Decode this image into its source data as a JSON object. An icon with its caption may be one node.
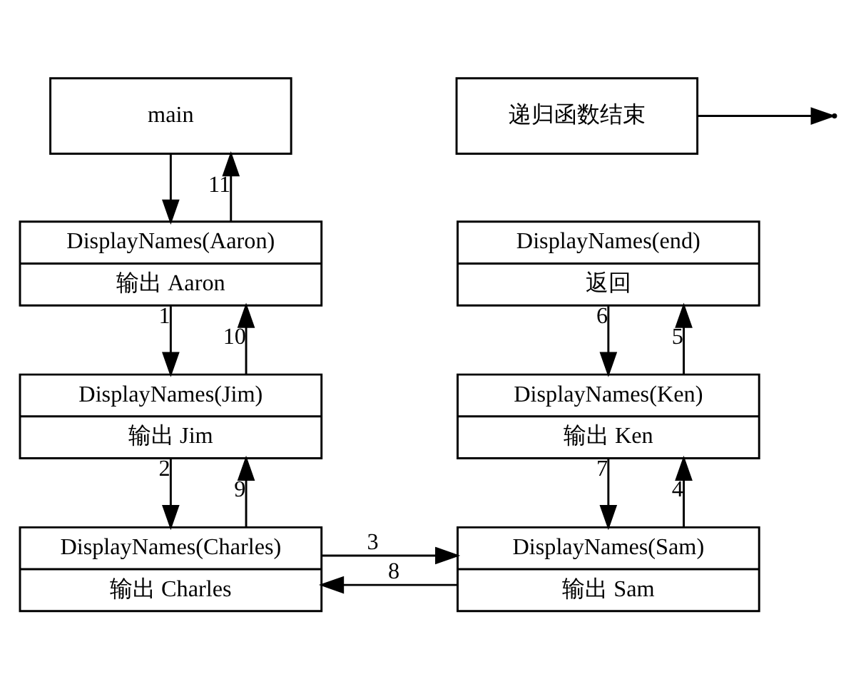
{
  "diagram": {
    "nodes": [
      {
        "text": [
          "递归函数结束"
        ]
      },
      {
        "text": [
          "main"
        ]
      },
      {
        "text": [
          "DisplayNames(Aaron)",
          "输出 Aaron"
        ]
      },
      {
        "text": [
          "DisplayNames(Jim)",
          "输出 Jim"
        ]
      },
      {
        "text": [
          "DisplayNames(Charles)",
          "输出 Charles"
        ]
      },
      {
        "text": [
          "DisplayNames(end)",
          "返回"
        ]
      },
      {
        "text": [
          "DisplayNames(Ken)",
          "输出 Ken"
        ]
      },
      {
        "text": [
          "DisplayNames(Sam)",
          "输出 Sam"
        ]
      }
    ],
    "edges": [
      {
        "from": 1,
        "to": 2,
        "arrow": "to"
      },
      {
        "from": 2,
        "to": 3,
        "arrow": "to",
        "label": "1"
      },
      {
        "from": 3,
        "to": 4,
        "arrow": "to",
        "label": "2"
      },
      {
        "from": 4,
        "to": 7,
        "arrow": "to",
        "label": "3"
      },
      {
        "from": 7,
        "to": 6,
        "arrow": "to",
        "label": "4"
      },
      {
        "from": 6,
        "to": 5,
        "arrow": "to",
        "label": "5"
      },
      {
        "from": 5,
        "to": 6,
        "arrow": "to",
        "label": "6"
      },
      {
        "from": 6,
        "to": 7,
        "arrow": "to",
        "label": "7"
      },
      {
        "from": 7,
        "to": 4,
        "arrow": "to",
        "label": "8"
      },
      {
        "from": 4,
        "to": 3,
        "arrow": "to",
        "label": "9"
      },
      {
        "from": 3,
        "to": 2,
        "arrow": "to",
        "label": "10"
      },
      {
        "from": 2,
        "to": 1,
        "arrow": "to",
        "label": "11"
      },
      {
        "from": 0,
        "to": null,
        "arrow": "to"
      }
    ]
  }
}
